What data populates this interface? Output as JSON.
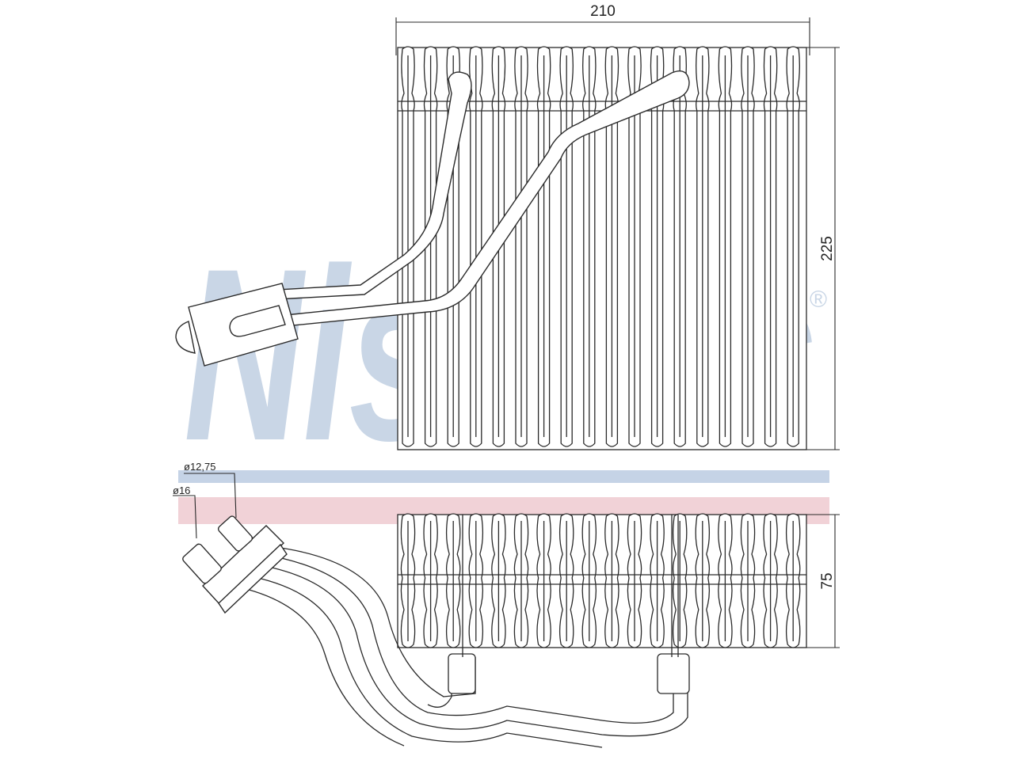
{
  "watermark": {
    "text": "Nissens",
    "registered_mark": "®",
    "color": "#c9d6e6",
    "stripe_blue": "#c5d3e6",
    "stripe_red": "#f1d2d7"
  },
  "dimensions": {
    "width": "210",
    "height": "225",
    "depth": "75",
    "pipe_diameter_1": "ø12,75",
    "pipe_diameter_2": "ø16"
  },
  "colors": {
    "line": "#2a2a2a"
  }
}
